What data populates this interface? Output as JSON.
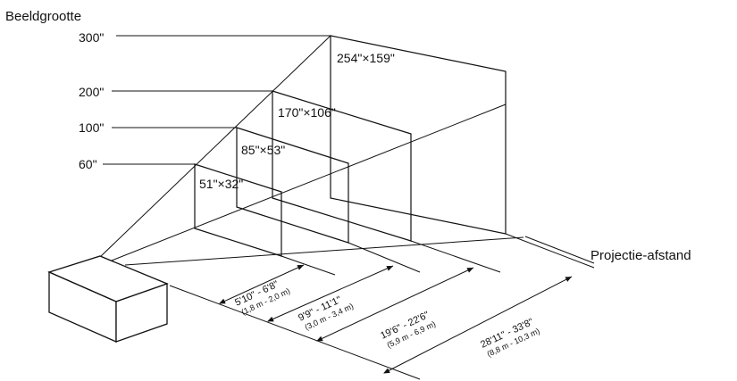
{
  "title": "Beeldgrootte",
  "axis_label": "Projectie-afstand",
  "screen_sizes": [
    "300\"",
    "200\"",
    "100\"",
    "60\""
  ],
  "screens": [
    {
      "size": "60\"",
      "dims": "51\"×32\"",
      "fill": "#e6e6e6"
    },
    {
      "size": "100\"",
      "dims": "85\"×53\"",
      "fill": "#d0d0d0"
    },
    {
      "size": "200\"",
      "dims": "170\"×106\"",
      "fill": "#b8b8b8"
    },
    {
      "size": "300\"",
      "dims": "254\"×159\"",
      "fill": "#9c9c9c"
    }
  ],
  "distances": [
    {
      "feet": "5'10\" - 6'8\"",
      "meters": "(1,8 m - 2,0 m)"
    },
    {
      "feet": "9'9\" - 11'1\"",
      "meters": "(3,0 m - 3,4 m)"
    },
    {
      "feet": "19'6\" - 22'6\"",
      "meters": "(5,9 m - 6,9 m)"
    },
    {
      "feet": "28'11\" - 33'8\"",
      "meters": "(8,8 m - 10,3 m)"
    }
  ]
}
